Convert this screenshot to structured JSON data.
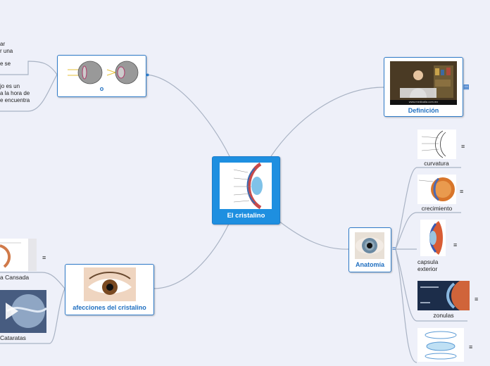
{
  "center": {
    "title": "El cristalino"
  },
  "definicion": {
    "title": "Definición",
    "caption": "www.medicalia.com.mx"
  },
  "anatomia": {
    "title": "Anatomía",
    "children": [
      {
        "label": "curvatura"
      },
      {
        "label": "crecimiento"
      },
      {
        "label": "capsula\nexterior"
      },
      {
        "label": "zonulas"
      },
      {
        "label": ""
      }
    ]
  },
  "afecciones": {
    "title": "afecciones del cristalino",
    "children": [
      {
        "label": "a Cansada"
      },
      {
        "label": "Cataratas"
      }
    ]
  },
  "acomodacion": {
    "title": "o"
  },
  "fragments": {
    "f1": "ar",
    "f2": "r una",
    "f3": "e se",
    "f4": "jo es un",
    "f5": "a la hora de",
    "f6": "e encuentra"
  },
  "icons": [
    "globe-icon",
    "note-icon",
    "expand-icon"
  ],
  "colors": {
    "link": "#a9b3c4",
    "accent": "#2f7bc8",
    "center": "#1e8fe0"
  }
}
